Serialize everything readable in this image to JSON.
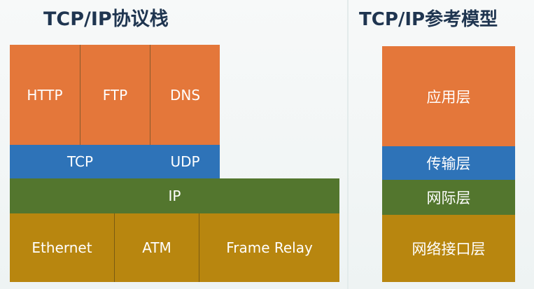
{
  "tcpip_stack": {
    "title": "TCP/IP协议栈",
    "application_protocols": [
      "HTTP",
      "FTP",
      "DNS"
    ],
    "transport_protocols": [
      "TCP",
      "UDP"
    ],
    "network_protocol": "IP",
    "link_protocols": [
      "Ethernet",
      "ATM",
      "Frame Relay"
    ]
  },
  "reference_model": {
    "title": "TCP/IP参考模型",
    "layers": [
      "应用层",
      "传输层",
      "网际层",
      "网络接口层"
    ]
  },
  "colors": {
    "application": "#e4773a",
    "transport": "#2e73b8",
    "network": "#53762e",
    "link": "#b8860f",
    "title": "#1f3550"
  }
}
